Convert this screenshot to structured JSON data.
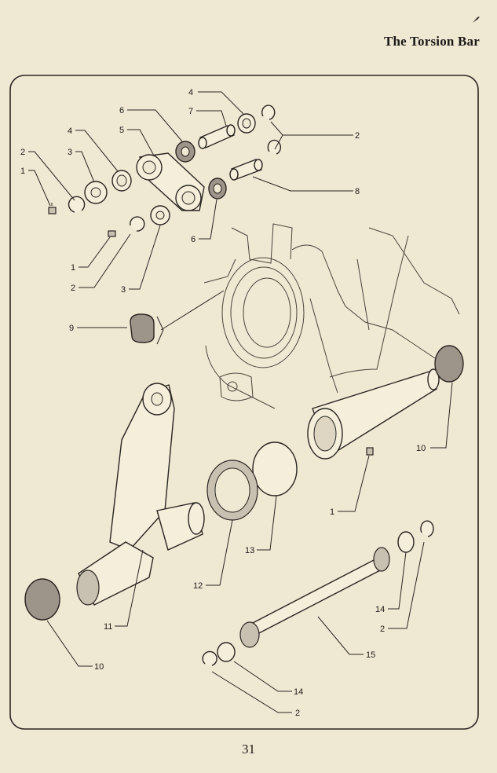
{
  "header": {
    "title": "The Torsion Bar"
  },
  "footer": {
    "page_number": "31"
  },
  "callouts": {
    "c1a": "1",
    "c2a": "2",
    "c3a": "3",
    "c4a": "4",
    "c5": "5",
    "c6a": "6",
    "c7": "7",
    "c4b": "4",
    "c2b": "2",
    "c8": "8",
    "c6b": "6",
    "c1b": "1",
    "c2c": "2",
    "c3b": "3",
    "c9": "9",
    "c10a": "10",
    "c1c": "1",
    "c13": "13",
    "c12": "12",
    "c11": "11",
    "c14a": "14",
    "c2d": "2",
    "c15": "15",
    "c10b": "10",
    "c14b": "14",
    "c2e": "2"
  }
}
